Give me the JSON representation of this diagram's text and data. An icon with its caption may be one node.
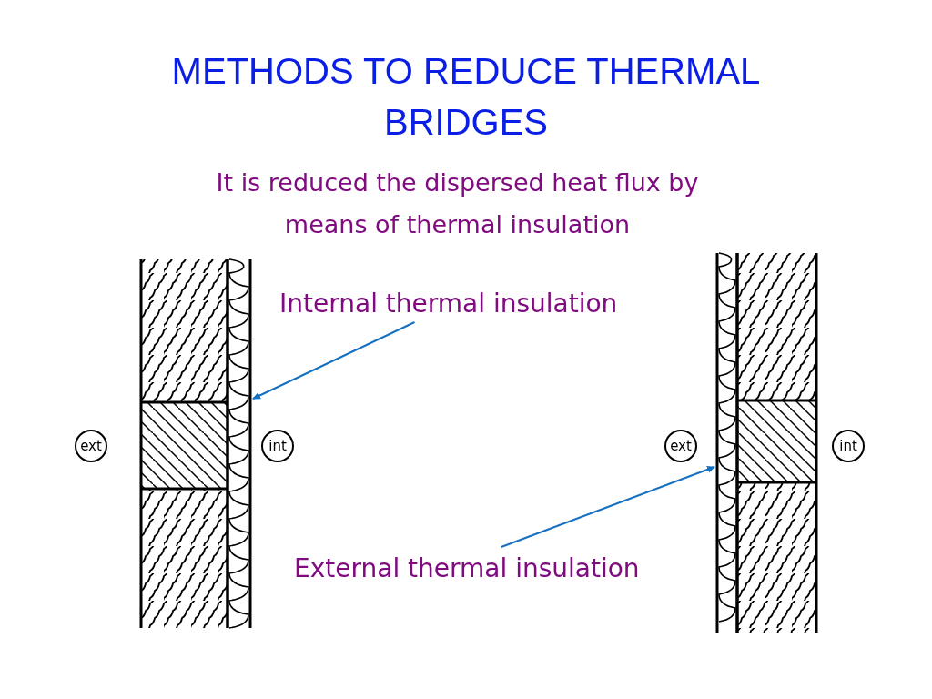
{
  "diagram": {
    "title": "METHODS TO REDUCE THERMAL BRIDGES",
    "nodes": [
      {
        "text": [
          "Internal thermal insulation"
        ]
      },
      {
        "text": [],
        "shape": "picture"
      },
      {
        "text": [
          "External thermal insulation"
        ]
      },
      {
        "text": [],
        "shape": "picture"
      }
    ],
    "edges": [
      {
        "from": 0,
        "to": 1,
        "arrow": "to"
      },
      {
        "from": 2,
        "to": 3,
        "arrow": "to"
      }
    ],
    "labels": [
      "It is reduced the dispersed heat flux by means of thermal insulation",
      "ext",
      "int",
      "ext",
      "int"
    ]
  }
}
